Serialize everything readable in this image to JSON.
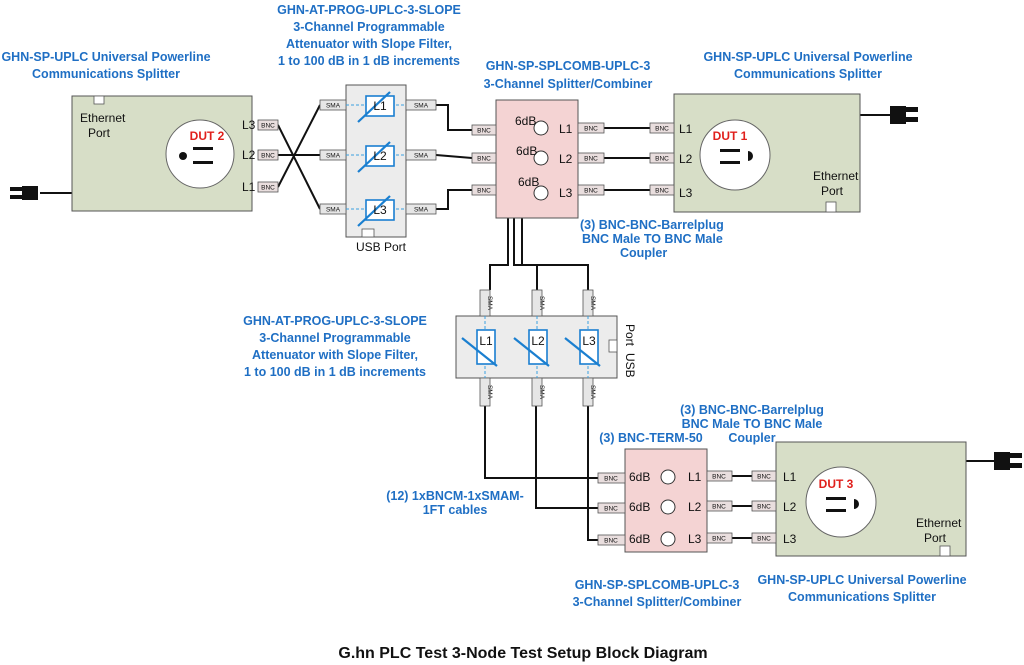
{
  "diagram": {
    "title": "G.hn PLC Test 3-Node Test Setup Block Diagram",
    "splitter_dut2": {
      "title_line1": "GHN-SP-UPLC Universal Powerline",
      "title_line2": "Communications Splitter",
      "ethernet_line1": "Ethernet",
      "ethernet_line2": "Port",
      "dut": "DUT 2",
      "ports": [
        "L3",
        "L2",
        "L1"
      ]
    },
    "splitter_dut1": {
      "title_line1": "GHN-SP-UPLC Universal Powerline",
      "title_line2": "Communications Splitter",
      "ethernet_line1": "Ethernet",
      "ethernet_line2": "Port",
      "dut": "DUT 1",
      "ports": [
        "L1",
        "L2",
        "L3"
      ]
    },
    "splitter_dut3": {
      "title_line1": "GHN-SP-UPLC Universal Powerline",
      "title_line2": "Communications Splitter",
      "ethernet_line1": "Ethernet",
      "ethernet_line2": "Port",
      "dut": "DUT 3",
      "ports": [
        "L1",
        "L2",
        "L3"
      ]
    },
    "attenuator_top": {
      "title_line1": "GHN-AT-PROG-UPLC-3-SLOPE",
      "title_line2": "3-Channel Programmable",
      "title_line3": "Attenuator with Slope Filter,",
      "title_line4": "1 to 100 dB in 1 dB increments",
      "channels": [
        "L1",
        "L2",
        "L3"
      ],
      "usb": "USB",
      "port": "Port"
    },
    "attenuator_mid": {
      "title_line1": "GHN-AT-PROG-UPLC-3-SLOPE",
      "title_line2": "3-Channel Programmable",
      "title_line3": "Attenuator with Slope Filter,",
      "title_line4": "1 to 100 dB in 1 dB increments",
      "channels": [
        "L1",
        "L2",
        "L3"
      ],
      "usb": "USB",
      "port": "Port"
    },
    "combiner_top": {
      "title_line1": "GHN-SP-SPLCOMB-UPLC-3",
      "title_line2": "3-Channel Splitter/Combiner",
      "db": [
        "6dB",
        "6dB",
        "6dB"
      ],
      "ports": [
        "L1",
        "L2",
        "L3"
      ]
    },
    "combiner_bottom": {
      "title_line1": "GHN-SP-SPLCOMB-UPLC-3",
      "title_line2": "3-Channel Splitter/Combiner",
      "db": [
        "6dB",
        "6dB",
        "6dB"
      ],
      "ports": [
        "L1",
        "L2",
        "L3"
      ]
    },
    "barrel_top": {
      "line1": "(3) BNC-BNC-Barrelplug",
      "line2": "BNC Male TO BNC Male",
      "line3": "Coupler"
    },
    "barrel_bottom": {
      "line1": "(3) BNC-BNC-Barrelplug",
      "line2": "BNC Male TO BNC Male",
      "line3": "Coupler"
    },
    "bnc_term": "(3) BNC-TERM-50",
    "cables_line1": "(12) 1xBNCM-1xSMAM-",
    "cables_line2": "1FT cables",
    "connector_bnc": "BNC",
    "connector_sma": "SMA"
  }
}
